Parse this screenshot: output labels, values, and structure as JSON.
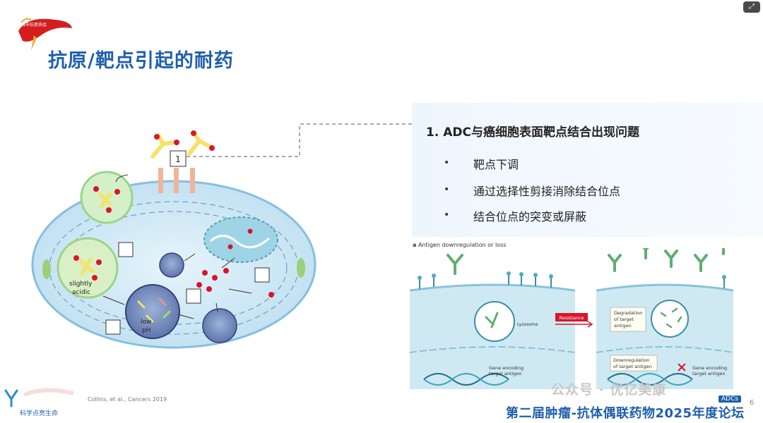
{
  "header": {
    "title": "抗原/靶点引起的耐药",
    "badge_text": "上海市抗癌协会"
  },
  "panel": {
    "heading": "1. ADC与癌细胞表面靶点结合出现问题",
    "bullets": [
      {
        "dot": "•",
        "text": "靶点下调"
      },
      {
        "dot": "•",
        "text": "通过选择性剪接消除结合位点"
      },
      {
        "dot": "•",
        "text": "结合位点的突变或屏蔽"
      }
    ]
  },
  "cell_diagram": {
    "box_label": "1",
    "slightly": "slightly",
    "acidic": "acidic",
    "low": "low",
    "ph": "pH"
  },
  "right_figure": {
    "panel_letter": "a",
    "panel_title": "Antigen downregulation or loss",
    "lysosome": "Lysosome",
    "resistance": "Resistance",
    "degradation": [
      "Degradation",
      "of target",
      "antigen"
    ],
    "downregulation": [
      "Downregulation",
      "of target antigen"
    ],
    "gene_left": [
      "Gene encoding",
      "target antigen"
    ],
    "gene_right": [
      "Gene encoding",
      "target antigen"
    ]
  },
  "footer": {
    "citation": "Collins, et al., Cancers  2019",
    "brand": "科学点亮生命",
    "watermark": "公众号 · 优亿美康",
    "event_title": "第二届肿瘤-抗体偶联药物2025年度论坛",
    "ai_tag": "ADCs",
    "page_number": "6"
  },
  "colors": {
    "title_blue": "#1f5fae",
    "cell_fill": "#d6ecf7",
    "red_payload": "#d7162b"
  }
}
